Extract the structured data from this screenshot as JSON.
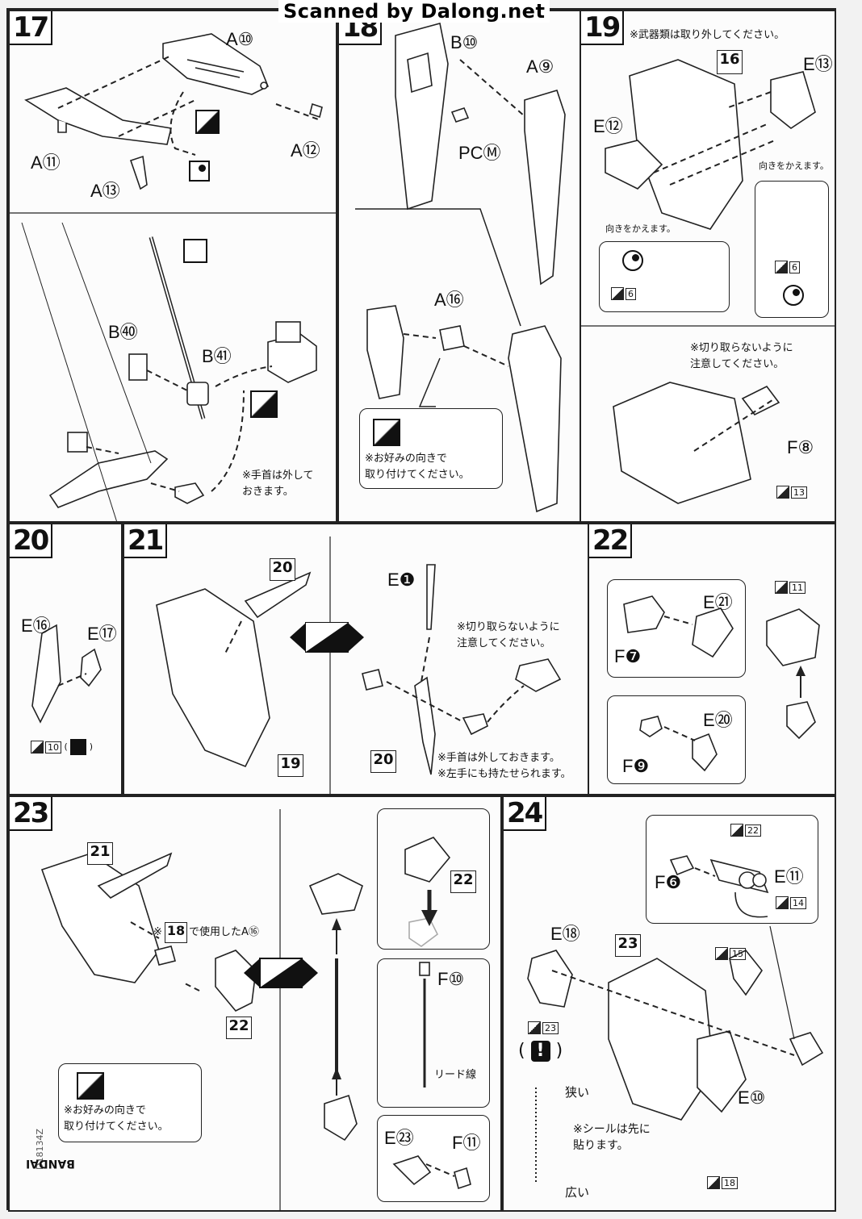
{
  "scanner_credit": "Scanned by Dalong.net",
  "steps": {
    "s17": {
      "num": "17",
      "labels": [
        "A⑩",
        "A⑪",
        "A⑫",
        "A⑬",
        "B㊵",
        "B㊶"
      ],
      "note": "※手首は外して\nおきます。"
    },
    "s18": {
      "num": "18",
      "labels": [
        "B⑩",
        "A⑨",
        "PCⓂ",
        "A⑯"
      ],
      "note": "※お好みの向きで\n取り付けてください。"
    },
    "s19": {
      "num": "19",
      "labels": [
        "E⑬",
        "E⑫",
        "F⑧"
      ],
      "ref": "16",
      "note_top": "※武器類は取り外してください。",
      "turn_left": "向きをかえます。",
      "turn_right": "向きをかえます。",
      "note_mid": "※切り取らないように\n注意してください。",
      "stickers": [
        "6",
        "6",
        "13"
      ]
    },
    "s20": {
      "num": "20",
      "labels": [
        "E⑯",
        "E⑰"
      ],
      "stickers": [
        "10"
      ]
    },
    "s21": {
      "num": "21",
      "labels": [
        "E❶"
      ],
      "refs": [
        "20",
        "19",
        "20"
      ],
      "note_a": "※切り取らないように\n注意してください。",
      "note_b": "※手首は外しておきます。\n※左手にも持たせられます。"
    },
    "s22": {
      "num": "22",
      "labels": [
        "E㉑",
        "F❼",
        "E⑳",
        "F❾"
      ],
      "stickers": [
        "11"
      ]
    },
    "s23": {
      "num": "23",
      "labels": [
        "F⑩",
        "E㉓",
        "F⑪"
      ],
      "refs": [
        "21",
        "18",
        "22",
        "22"
      ],
      "note_a": "※",
      "note_a2": "で使用したA⑯",
      "note_b": "※お好みの向きで\n取り付けてください。",
      "lead": "リード線"
    },
    "s24": {
      "num": "24",
      "labels": [
        "E⑱",
        "F❻",
        "E⑪",
        "E⑩"
      ],
      "refs": [
        "23"
      ],
      "stickers": [
        "22",
        "14",
        "15",
        "23",
        "18"
      ],
      "narrow": "狭い",
      "wide": "広い",
      "sticker_note": "※シールは先に\n貼ります。"
    }
  },
  "margin_text": "D18134Z",
  "brand": "BANDAI"
}
